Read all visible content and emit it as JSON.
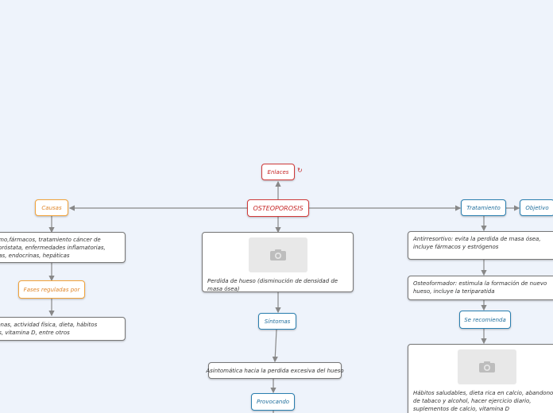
{
  "diagram": {
    "root": "OSTEOPOROSIS",
    "enlaces": "Enlaces",
    "link_glyph": "↻",
    "left": {
      "causas": "Causas",
      "causas_text": "Alcoholismo,fármacos, tratamiento cáncer de mama y próstata, enfermedades inflamatorias, reumáticas, endocrinas, hepáticas",
      "fases": "Fases reguladas por",
      "fases_text": "Hormonas, actividad física, dieta, hábitos tóxicos, vitamina D, entre otros"
    },
    "center": {
      "perdida": "Perdida de hueso (disminución de densidad de masa ósea)",
      "sintomas": "Síntomas",
      "asintomatica": "Asintomática hacia la perdida excesiva del hueso",
      "provocando": "Provocando"
    },
    "right": {
      "tratamiento": "Tratamiento",
      "objetivo": "Objetivo",
      "antirresortivo": "Antirresortivo: evita la perdida de masa ósea, incluye fármacos y estrógenos",
      "osteoformador": "Osteoformador: estimula la formación de nuevo hueso, incluye la teriparatida",
      "se_recomienda": "Se recomienda",
      "habitos": "Hábitos saludables, dieta rica en calcio, abandono de tabaco y alcohol, hacer ejercicio diario, suplementos de calcio, vitamina D"
    },
    "icons": [
      "camera-icon",
      "camera-icon",
      "link-icon"
    ],
    "colors": {
      "root": "#d13a3a",
      "causas_branch": "#f2a33a",
      "blue_branch": "#2a7fb0",
      "background": "#eef3fb",
      "connector": "#888888"
    }
  }
}
